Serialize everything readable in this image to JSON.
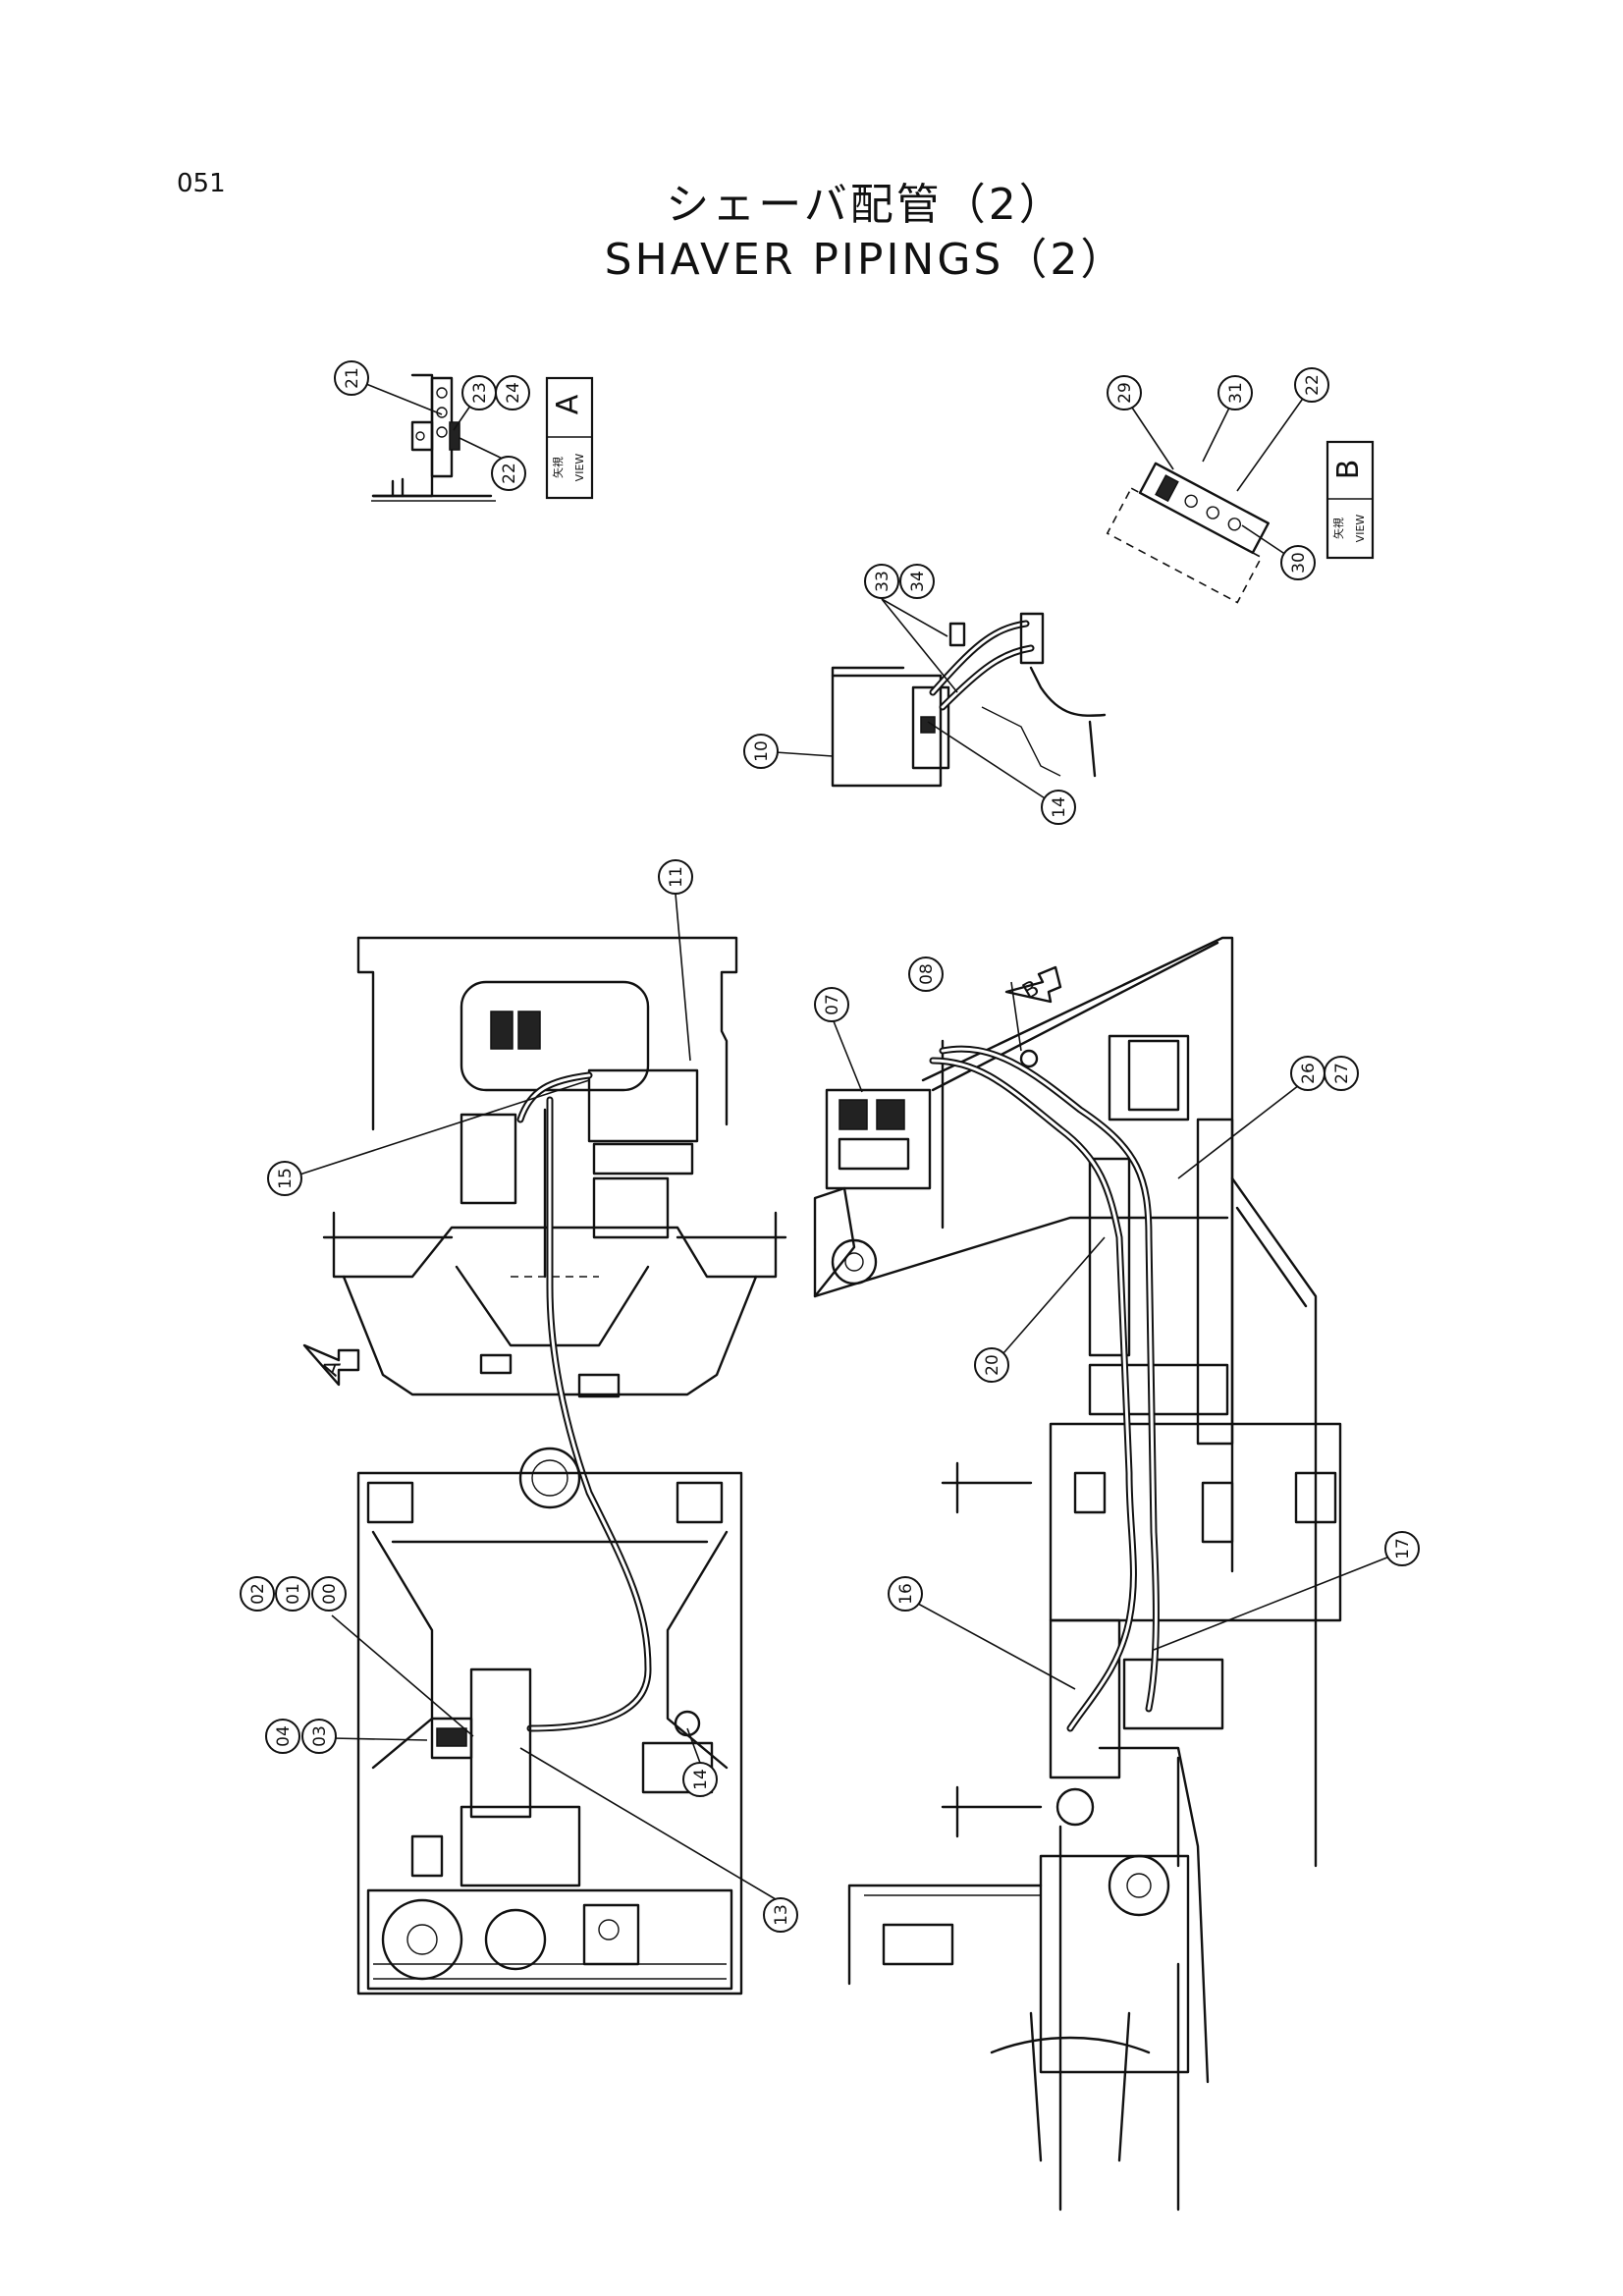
{
  "page_number": "051",
  "title_jp": "シェーバ配管（2）",
  "title_en": "SHAVER PIPINGS（2）",
  "view_labels": {
    "A": {
      "letter": "A",
      "jp": "矢視",
      "en": "VIEW"
    },
    "B": {
      "letter": "B",
      "jp": "矢視",
      "en": "VIEW"
    }
  },
  "direction_arrows": {
    "A": "A",
    "B": "B"
  },
  "callouts": {
    "c21": "21",
    "c23": "23",
    "c24": "24",
    "c22a": "22",
    "c29": "29",
    "c31": "31",
    "c22b": "22",
    "c30": "30",
    "c33": "33",
    "c34": "34",
    "c10": "10",
    "c14a": "14",
    "c11": "11",
    "c15": "15",
    "c07": "07",
    "c08": "08",
    "c26": "26",
    "c27": "27",
    "c20": "20",
    "c16": "16",
    "c17": "17",
    "c02": "02",
    "c01": "01",
    "c00": "00",
    "c04": "04",
    "c03": "03",
    "c14b": "14",
    "c13": "13"
  }
}
